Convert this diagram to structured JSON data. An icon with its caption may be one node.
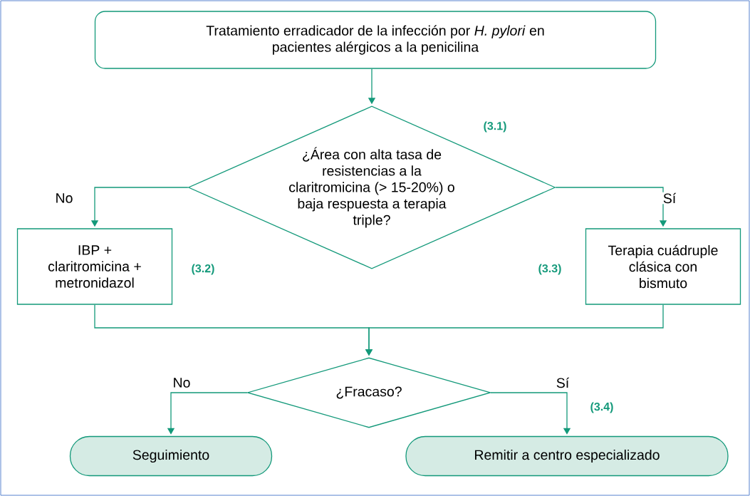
{
  "diagram": {
    "nodes": [
      {
        "text": [
          "Tratamiento erradicador de la infección por *H. pylori* en pacientes alérgicos a la penicilina"
        ]
      },
      {
        "text": [
          "¿Área con alta tasa de resistencias a la claritromicina (> 15-20%) o baja respuesta a terapia triple?"
        ],
        "beside": [
          "(3.1)"
        ]
      },
      {
        "text": [
          "IBP + claritromicina + metronidazol"
        ]
      },
      {
        "text": [
          "Terapia cuádruple clásica con bismuto"
        ]
      },
      {
        "text": [
          "¿Fracaso?"
        ]
      },
      {
        "text": [
          "Seguimiento"
        ]
      },
      {
        "text": [
          "Remitir a centro especializado"
        ],
        "beside": [
          "(3.4)"
        ]
      }
    ],
    "edges": [
      {
        "from": 0,
        "to": 1,
        "arrow": "to"
      },
      {
        "from": 1,
        "to": 2,
        "arrow": "to",
        "label": "No"
      },
      {
        "from": 1,
        "to": 3,
        "arrow": "to",
        "label": "Sí"
      },
      {
        "from": 2,
        "to": 4,
        "arrow": "to"
      },
      {
        "from": 3,
        "to": 4,
        "arrow": "to"
      },
      {
        "from": 4,
        "to": 5,
        "arrow": "to",
        "label": "No"
      },
      {
        "from": 4,
        "to": 6,
        "arrow": "to",
        "label": "Sí"
      }
    ],
    "labels": [
      "(3.2)",
      "(3.3)"
    ]
  }
}
